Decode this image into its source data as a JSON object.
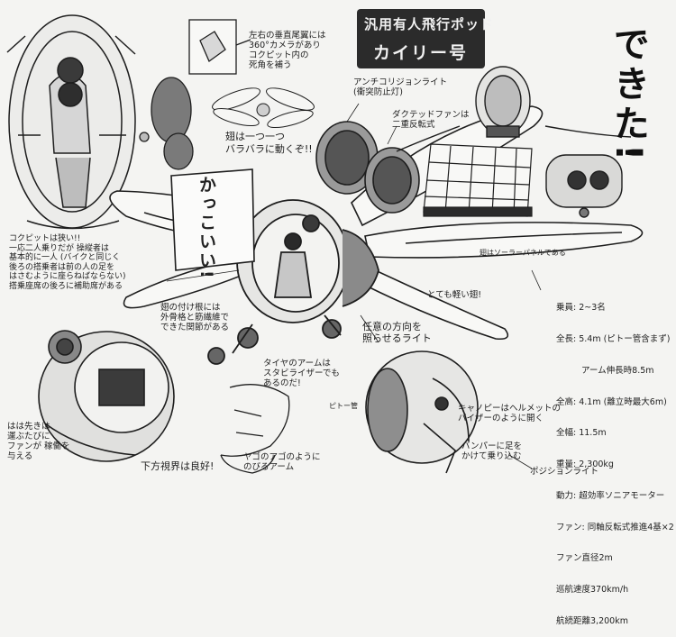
{
  "title": {
    "line1": "汎用有人飛行ポッド",
    "line2": "カイリー号"
  },
  "exclaim_done": "できた!",
  "exclaim_cool": "かっこいい!",
  "notes": {
    "tail_camera": "左右の垂直尾翼には\n360°カメラがあり\nコクピット内の\n死角を補う",
    "wings_move": "翅は一つ一つ\nバラバラに動くぞ!!",
    "anticollision": "アンチコリジョンライト\n(衝突防止灯)",
    "ducted_fan": "ダクテッドファンは\n二重反転式",
    "solar_panel": "翅はソーラーパネルである",
    "light_wings": "とても軽い翅!",
    "cockpit_narrow": "コクピットは狭い!!\n一応二人乗りだが 操縦者は\n基本的に一人 (バイクと同じく\n後ろの搭乗者は前の人の足を\nはさむように座らねばならない)\n搭乗座席の後ろに補助席がある",
    "wing_root": "翅の付け根には\n外骨格と筋繊維で\nできた関節がある",
    "tire_arm": "タイヤのアームは\nスタビライザーでも\nあるのだ!",
    "pitot": "ピトー管",
    "search_light": "任意の方向を\n照らせるライト",
    "canopy": "キャノピーはヘルメットの\nバイザーのように開く",
    "bumper": "バンパーに足を\nかけて乗り込む",
    "position_light": "ポジションライト",
    "vision": "下方視界は良好!",
    "jaw_arm": "ヤゴのアゴのように\nのびるアーム",
    "wings_fold": "はは先きは\n運ぶたびに\nファンが 稼働を\n与える"
  },
  "specs": [
    "乗員: 2~3名",
    "全長: 5.4m (ピトー管含まず)",
    "アーム伸長時8.5m",
    "全高: 4.1m (離立時最大6m)",
    "全幅: 11.5m",
    "重量: 2,300kg",
    "動力: 超効率ソニアモーター",
    "ファン: 同軸反転式推進4基×2",
    "ファン直径2m",
    "巡航速度370km/h",
    "航続距離3,200km"
  ],
  "colors": {
    "background": "#f4f4f2",
    "ink": "#1e1e1e",
    "screentone": "#8e8e8e",
    "title_bg": "#2b2b2b"
  }
}
